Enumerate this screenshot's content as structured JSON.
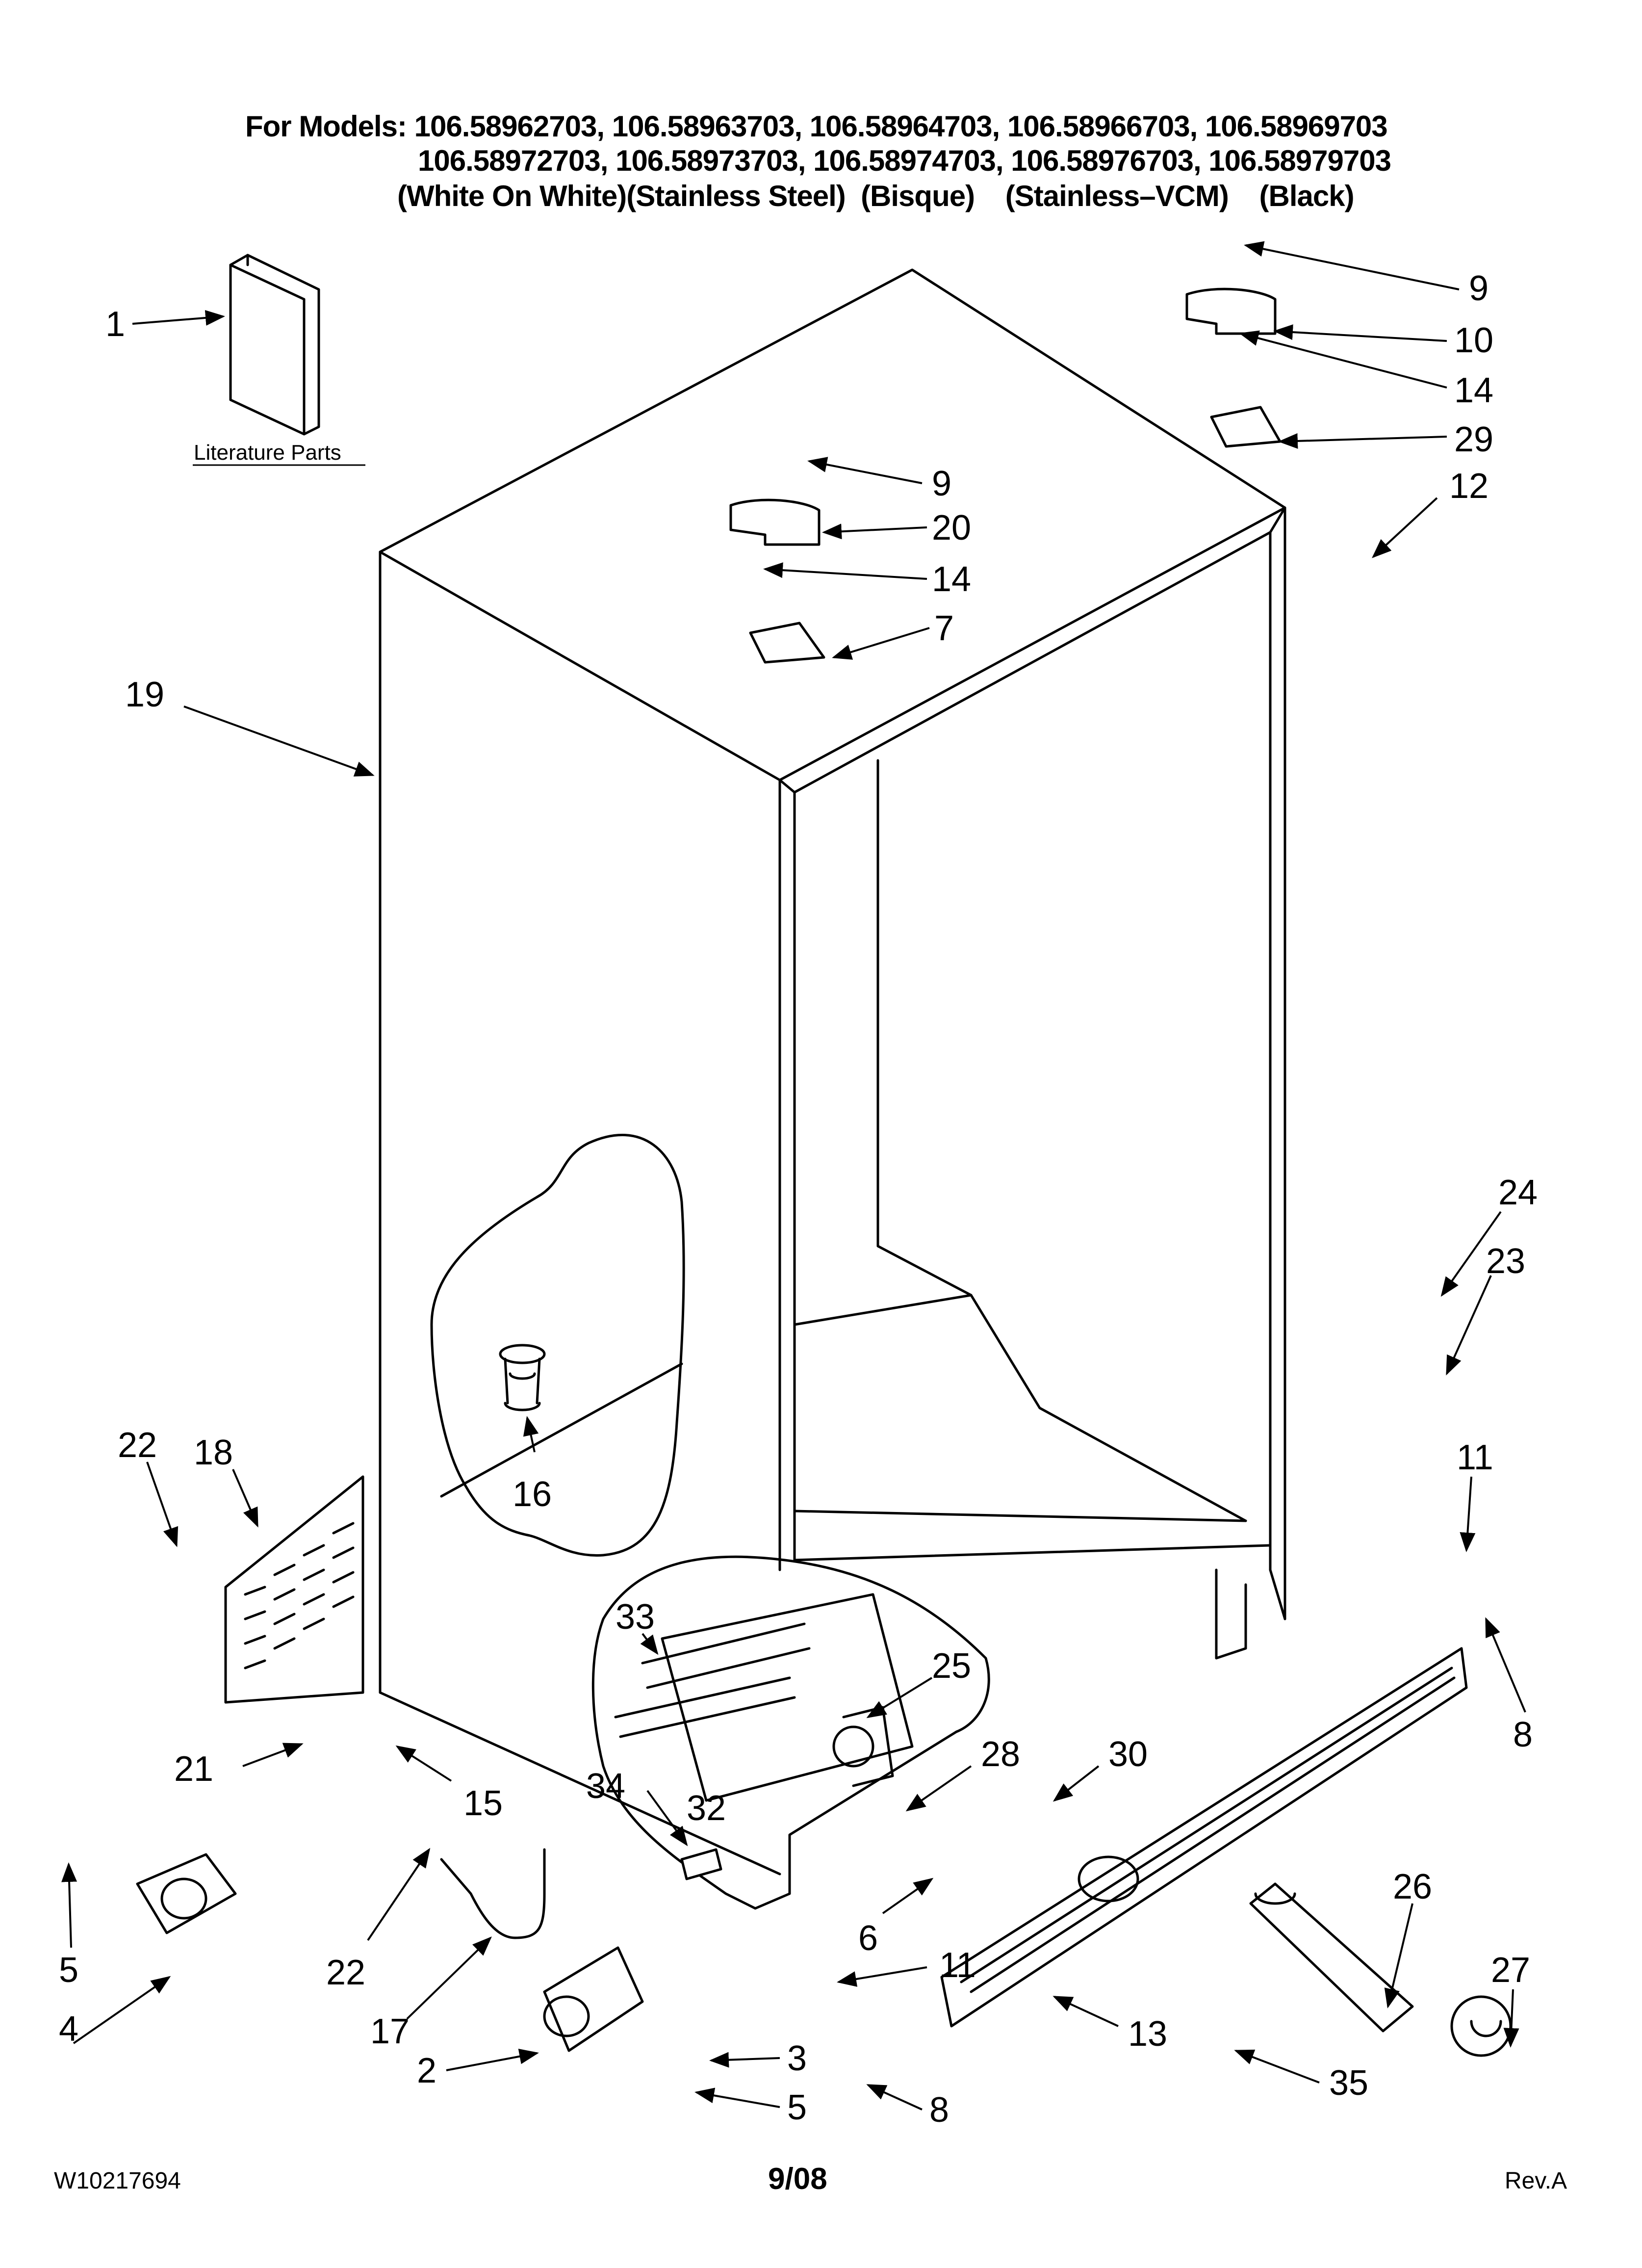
{
  "header": {
    "line1": "For Models: 106.58962703, 106.58963703, 106.58964703, 106.58966703, 106.58969703",
    "line2": "106.58972703, 106.58973703, 106.58974703, 106.58976703, 106.58979703",
    "line3": "(White On White)(Stainless Steel)  (Bisque)    (Stainless–VCM)    (Black)"
  },
  "literature_label": "Literature Parts",
  "callouts": {
    "c1": "1",
    "c9a": "9",
    "c10": "10",
    "c14a": "14",
    "c29": "29",
    "c12": "12",
    "c9b": "9",
    "c20": "20",
    "c14b": "14",
    "c7": "7",
    "c19": "19",
    "c24": "24",
    "c23": "23",
    "c11a": "11",
    "c8a": "8",
    "c22a": "22",
    "c18": "18",
    "c16": "16",
    "c33": "33",
    "c25": "25",
    "c28": "28",
    "c30": "30",
    "c34": "34",
    "c32": "32",
    "c21": "21",
    "c15": "15",
    "c26": "26",
    "c27": "27",
    "c5a": "5",
    "c4": "4",
    "c22b": "22",
    "c17": "17",
    "c6": "6",
    "c11b": "11",
    "c13": "13",
    "c35": "35",
    "c2": "2",
    "c3": "3",
    "c5b": "5",
    "c8b": "8"
  },
  "footer": {
    "doc_number": "W10217694",
    "date": "9/08",
    "revision": "Rev.A"
  }
}
